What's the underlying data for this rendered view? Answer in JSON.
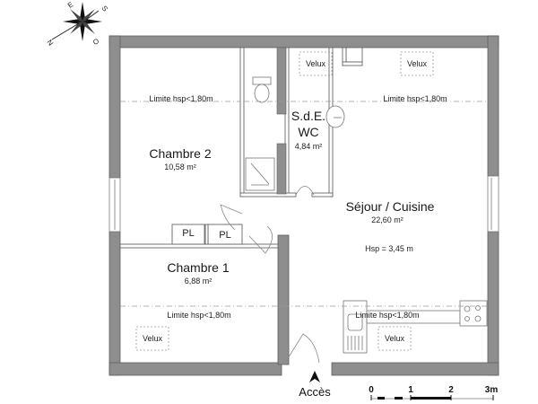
{
  "plan": {
    "colors": {
      "wall": "#8e8e8e",
      "wall_edge": "#5e5e5e",
      "line": "#6a6a6a",
      "dash": "#9a9a9a"
    },
    "compass": {
      "labels": [
        "E",
        "S",
        "O",
        "N"
      ]
    },
    "rooms": [
      {
        "name": "Chambre 2",
        "area": "10,58 m²"
      },
      {
        "name": "S.d.E.",
        "name2": "WC",
        "area": "4,84 m²"
      },
      {
        "name": "Séjour / Cuisine",
        "area": "22,60 m²",
        "height_note": "Hsp = 3,45 m"
      },
      {
        "name": "Chambre 1",
        "area": "6,88 m²"
      }
    ],
    "limits": [
      "Limite hsp<1,80m",
      "Limite hsp<1,80m",
      "Limite hsp<1,80m",
      "Limite hsp<1,80m"
    ],
    "velux": [
      "Velux",
      "Velux",
      "Velux",
      "Velux"
    ],
    "closets": [
      "PL",
      "PL"
    ],
    "entrance": "Accès",
    "scale": {
      "ticks": [
        "0",
        "1",
        "2",
        "3m"
      ]
    }
  }
}
